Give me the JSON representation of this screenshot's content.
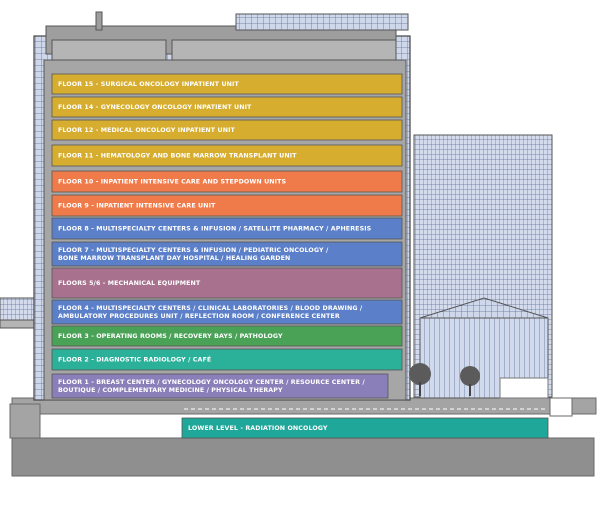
{
  "colors": {
    "surgical": "#d6ad2f",
    "icu": "#f07b4a",
    "multispecialty": "#5b7fc8",
    "mechanical": "#a8728f",
    "operating": "#4aa257",
    "radiology": "#2bb09a",
    "floor1": "#8b7fb9",
    "lower": "#1fa79a",
    "glass": "#cdd7ea",
    "glass_line": "#5a6f97",
    "building": "#9a9a9a",
    "ground": "#8e8e8e"
  },
  "floors": [
    {
      "id": "floor-15",
      "lines": [
        "FLOOR 15 - SURGICAL ONCOLOGY INPATIENT UNIT"
      ],
      "color_key": "surgical"
    },
    {
      "id": "floor-14",
      "lines": [
        "FLOOR 14 - GYNECOLOGY ONCOLOGY INPATIENT UNIT"
      ],
      "color_key": "surgical"
    },
    {
      "id": "floor-12",
      "lines": [
        "FLOOR 12 - MEDICAL ONCOLOGY INPATIENT UNIT"
      ],
      "color_key": "surgical"
    },
    {
      "id": "floor-11",
      "lines": [
        "FLOOR 11 - HEMATOLOGY AND BONE MARROW TRANSPLANT UNIT"
      ],
      "color_key": "surgical"
    },
    {
      "id": "floor-10",
      "lines": [
        "FLOOR 10 - INPATIENT INTENSIVE CARE AND STEPDOWN UNITS"
      ],
      "color_key": "icu"
    },
    {
      "id": "floor-9",
      "lines": [
        "FLOOR 9 - INPATIENT INTENSIVE CARE UNIT"
      ],
      "color_key": "icu"
    },
    {
      "id": "floor-8",
      "lines": [
        "FLOOR 8 - MULTISPECIALTY CENTERS & INFUSION / SATELLITE PHARMACY / APHERESIS"
      ],
      "color_key": "multispecialty"
    },
    {
      "id": "floor-7",
      "lines": [
        "FLOOR 7 - MULTISPECIALTY CENTERS & INFUSION / PEDIATRIC ONCOLOGY /",
        "BONE MARROW TRANSPLANT DAY HOSPITAL / HEALING GARDEN"
      ],
      "color_key": "multispecialty"
    },
    {
      "id": "floors-5-6",
      "lines": [
        "FLOORS 5/6 - MECHANICAL EQUIPMENT"
      ],
      "color_key": "mechanical"
    },
    {
      "id": "floor-4",
      "lines": [
        "FLOOR 4 - MULTISPECIALTY CENTERS / CLINICAL LABORATORIES / BLOOD DRAWING /",
        "AMBULATORY PROCEDURES UNIT / REFLECTION ROOM / CONFERENCE CENTER"
      ],
      "color_key": "multispecialty"
    },
    {
      "id": "floor-3",
      "lines": [
        "FLOOR 3 - OPERATING ROOMS  / RECOVERY BAYS / PATHOLOGY"
      ],
      "color_key": "operating"
    },
    {
      "id": "floor-2",
      "lines": [
        "FLOOR 2 - DIAGNOSTIC RADIOLOGY / CAFÉ"
      ],
      "color_key": "radiology"
    },
    {
      "id": "floor-1",
      "lines": [
        "FLOOR 1 - BREAST CENTER / GYNECOLOGY ONCOLOGY CENTER / RESOURCE CENTER /",
        "BOUTIQUE / COMPLEMENTARY MEDICINE / PHYSICAL THERAPY"
      ],
      "color_key": "floor1"
    },
    {
      "id": "lower-level",
      "lines": [
        "LOWER LEVEL - RADIATION ONCOLOGY"
      ],
      "color_key": "lower"
    }
  ]
}
